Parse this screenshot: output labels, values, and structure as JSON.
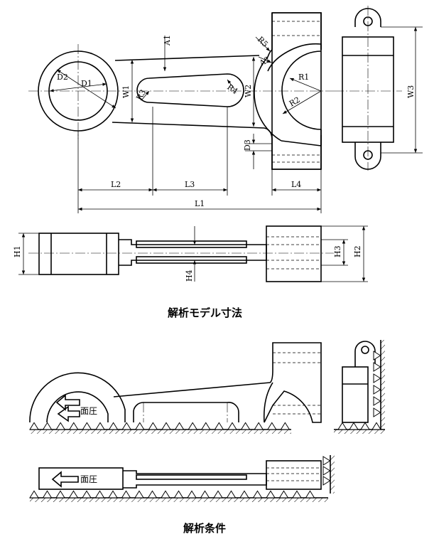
{
  "dims": {
    "D1": "D1",
    "D2": "D2",
    "W1": "W1",
    "W2": "W2",
    "W3": "W3",
    "A1": "A1",
    "A2": "A2",
    "R1": "R1",
    "R2": "R2",
    "R3": "R3",
    "R4": "R4",
    "R5": "R5",
    "D3": "D3",
    "L1": "L1",
    "L2": "L2",
    "L3": "L3",
    "L4": "L4",
    "H1": "H1",
    "H2": "H2",
    "H3": "H3",
    "H4": "H4"
  },
  "captions": {
    "model": "解析モデル寸法",
    "conditions": "解析条件"
  },
  "labels": {
    "pressure_top": "面圧",
    "pressure_bottom": "面圧"
  }
}
